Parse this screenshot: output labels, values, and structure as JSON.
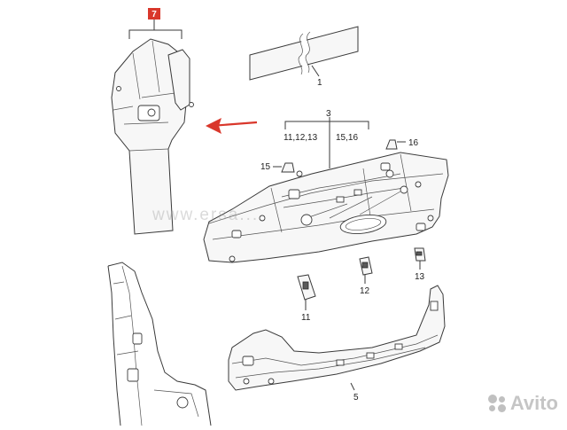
{
  "diagram": {
    "labels": {
      "p7": "7",
      "p1": "1",
      "p3": "3",
      "p11_12_13": "11,12,13",
      "p15_16": "15,16",
      "p16": "16",
      "p15": "15",
      "p11": "11",
      "p12": "12",
      "p13": "13",
      "p5": "5"
    },
    "highlight_color": "#d9372b",
    "arrow_color": "#d9372b"
  },
  "watermark": {
    "text": "www.ersa..."
  },
  "brand": {
    "name": "Avito"
  }
}
